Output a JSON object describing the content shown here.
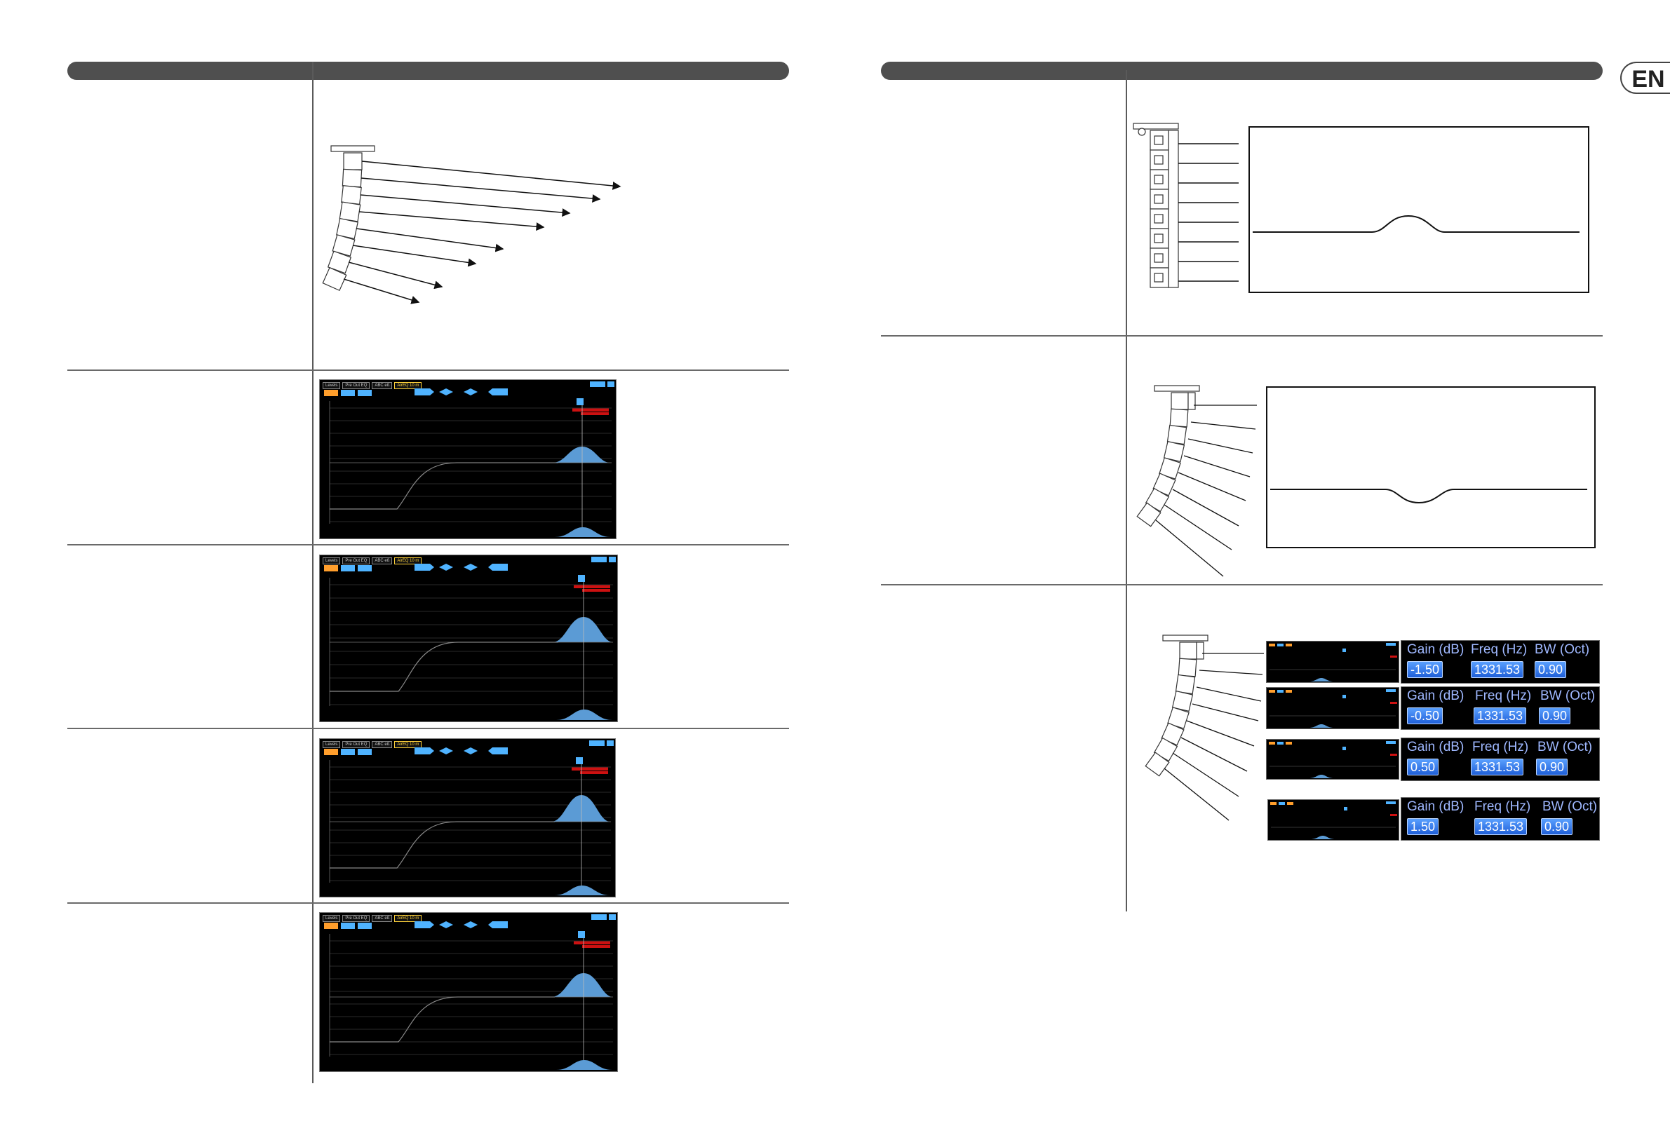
{
  "page": {
    "language_badge": "EN"
  },
  "eq_settings": [
    {
      "gain_label": "Gain (dB)",
      "freq_label": "Freq (Hz)",
      "bw_label": "BW (Oct)",
      "gain": "-1.50",
      "freq": "1331.53",
      "bw": "0.90"
    },
    {
      "gain_label": "Gain (dB)",
      "freq_label": "Freq (Hz)",
      "bw_label": "BW (Oct)",
      "gain": "-0.50",
      "freq": "1331.53",
      "bw": "0.90"
    },
    {
      "gain_label": "Gain (dB)",
      "freq_label": "Freq (Hz)",
      "bw_label": "BW (Oct)",
      "gain": "0.50",
      "freq": "1331.53",
      "bw": "0.90"
    },
    {
      "gain_label": "Gain (dB)",
      "freq_label": "Freq (Hz)",
      "bw_label": "BW (Oct)",
      "gain": "1.50",
      "freq": "1331.53",
      "bw": "0.90"
    }
  ],
  "screenshot_tabs": [
    "Levels",
    "Pre Out EQ",
    "ABC eß",
    "AirEQ 10 m"
  ],
  "colors": {
    "header_bar": "#4f4f4f",
    "eq_fill": "#5b9bd5",
    "eq_value_bg": "#2f6fe0",
    "warning": "#cc1111",
    "button_orange": "#ff9e2c",
    "button_blue": "#4fb3ff"
  },
  "icons": [
    "speaker-array-icon",
    "eq-curve-icon"
  ]
}
